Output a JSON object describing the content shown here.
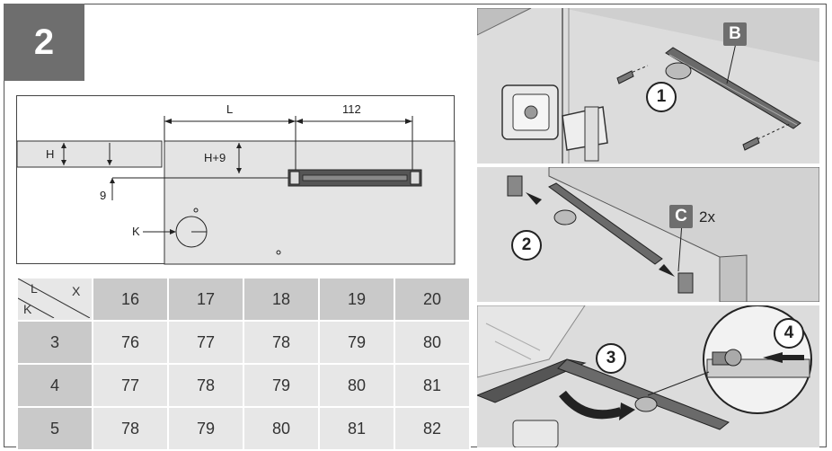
{
  "step": {
    "number": "2"
  },
  "diagram": {
    "labels": {
      "L": "L",
      "dim112": "112",
      "H": "H",
      "H9": "H+9",
      "nine": "9",
      "K": "K"
    }
  },
  "table": {
    "corner": {
      "L": "L",
      "X": "X",
      "K": "K"
    },
    "columns": [
      "16",
      "17",
      "18",
      "19",
      "20"
    ],
    "rows": [
      {
        "k": "3",
        "values": [
          "76",
          "77",
          "78",
          "79",
          "80"
        ]
      },
      {
        "k": "4",
        "values": [
          "77",
          "78",
          "79",
          "80",
          "81"
        ]
      },
      {
        "k": "5",
        "values": [
          "78",
          "79",
          "80",
          "81",
          "82"
        ]
      }
    ]
  },
  "panels": {
    "p1": {
      "step": "1",
      "part": "B"
    },
    "p2": {
      "step": "2",
      "part": "C",
      "qty": "2x"
    },
    "p3": {
      "step_a": "3",
      "step_b": "4"
    }
  },
  "colors": {
    "badge": "#6e6e6e",
    "header_cell": "#c9c9c9",
    "value_cell": "#e7e7e7",
    "panel_bg": "#d9d9d9"
  }
}
